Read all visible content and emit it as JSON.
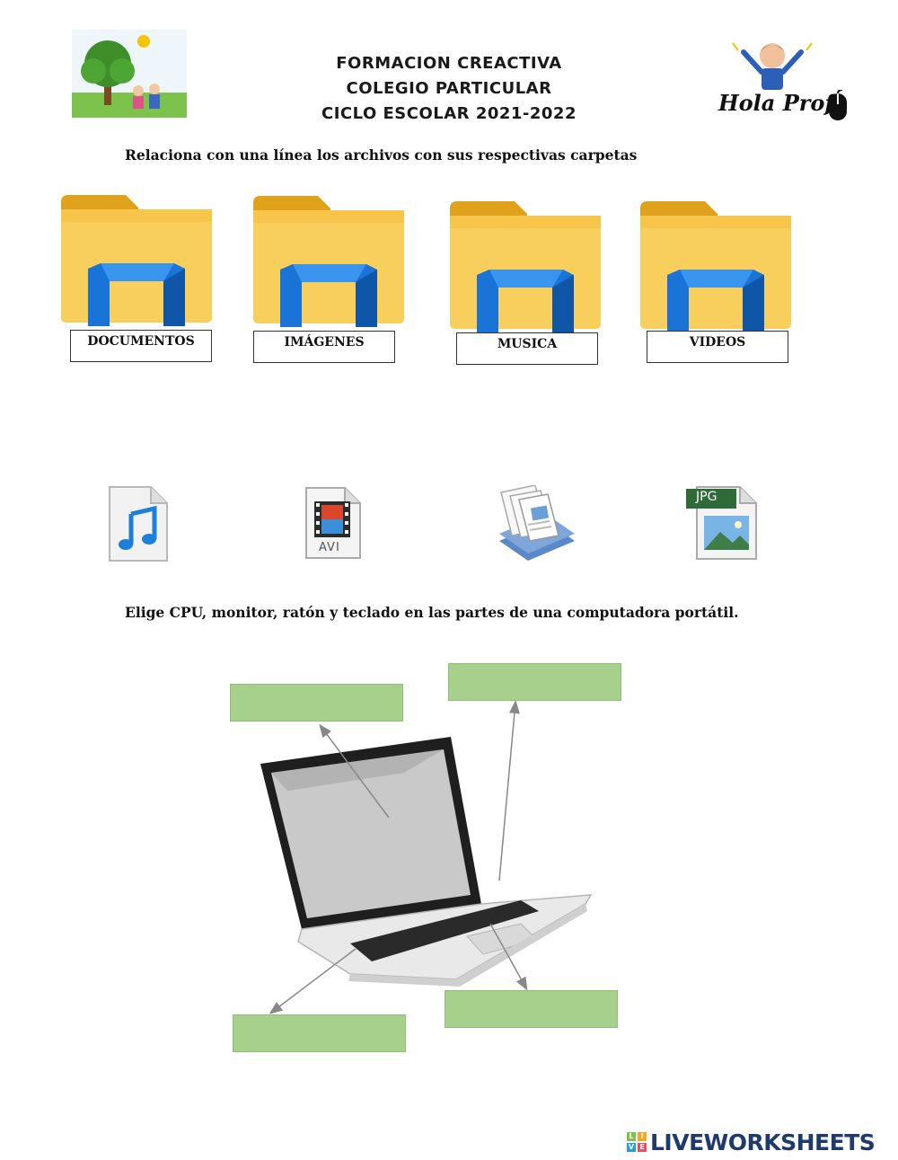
{
  "header": {
    "line1": "FORMACION CREACTIVA",
    "line2": "COLEGIO PARTICULAR",
    "line3": "CICLO ESCOLAR 2021-2022",
    "brand_right": "Hola Prof."
  },
  "instruction1": "Relaciona con una línea los archivos con sus respectivas carpetas",
  "folders": [
    {
      "label": "DOCUMENTOS"
    },
    {
      "label": "IMÁGENES"
    },
    {
      "label": "MUSICA"
    },
    {
      "label": "VIDEOS"
    }
  ],
  "files": [
    {
      "icon": "music-file-icon"
    },
    {
      "icon": "avi-video-file-icon",
      "tag": "AVI"
    },
    {
      "icon": "documents-stack-icon"
    },
    {
      "icon": "jpg-image-file-icon",
      "tag": "JPG"
    }
  ],
  "instruction2": "Elige CPU, monitor, ratón y teclado en las partes de una computadora portátil.",
  "answer_boxes": [
    "",
    "",
    "",
    ""
  ],
  "footer": {
    "brand": "LIVEWORKSHEETS",
    "badge": [
      "L",
      "I",
      "V",
      "E"
    ]
  },
  "colors": {
    "folder_yellow": "#f8cf5c",
    "folder_tab": "#e0a21b",
    "folder_blue": "#1a73d6",
    "answer_green": "#a8d08d",
    "brand_navy": "#1f3a6b"
  }
}
